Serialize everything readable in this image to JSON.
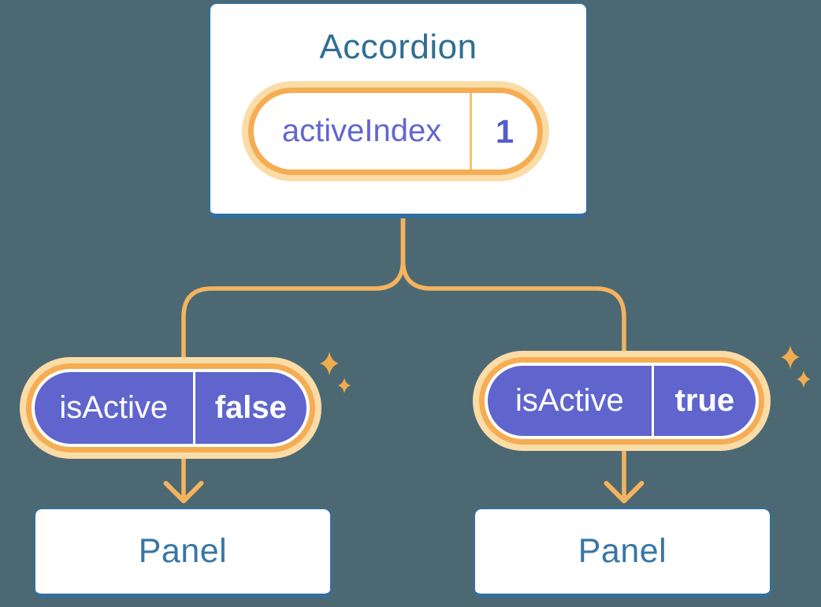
{
  "diagram": {
    "accordion_card": {
      "title": "Accordion",
      "state_pill": {
        "name": "activeIndex",
        "value": "1"
      }
    },
    "children": [
      {
        "prop_pill": {
          "name": "isActive",
          "value": "false"
        },
        "panel_label": "Panel"
      },
      {
        "prop_pill": {
          "name": "isActive",
          "value": "true"
        },
        "panel_label": "Panel"
      }
    ],
    "colors": {
      "background": "#4C6973",
      "card_border_blue": "#336F9F",
      "title_blue": "#2F6E94",
      "panel_text_blue": "#3876A6",
      "pill_purple": "#6065CE",
      "state_text_purple": "#6366D0",
      "state_value_purple": "#545CCB",
      "ring_orange": "#F5AD53",
      "ring_glow": "#FBDCA7",
      "connector_orange": "#F5B35D",
      "sparkle_orange": "#F1AB4E"
    }
  }
}
